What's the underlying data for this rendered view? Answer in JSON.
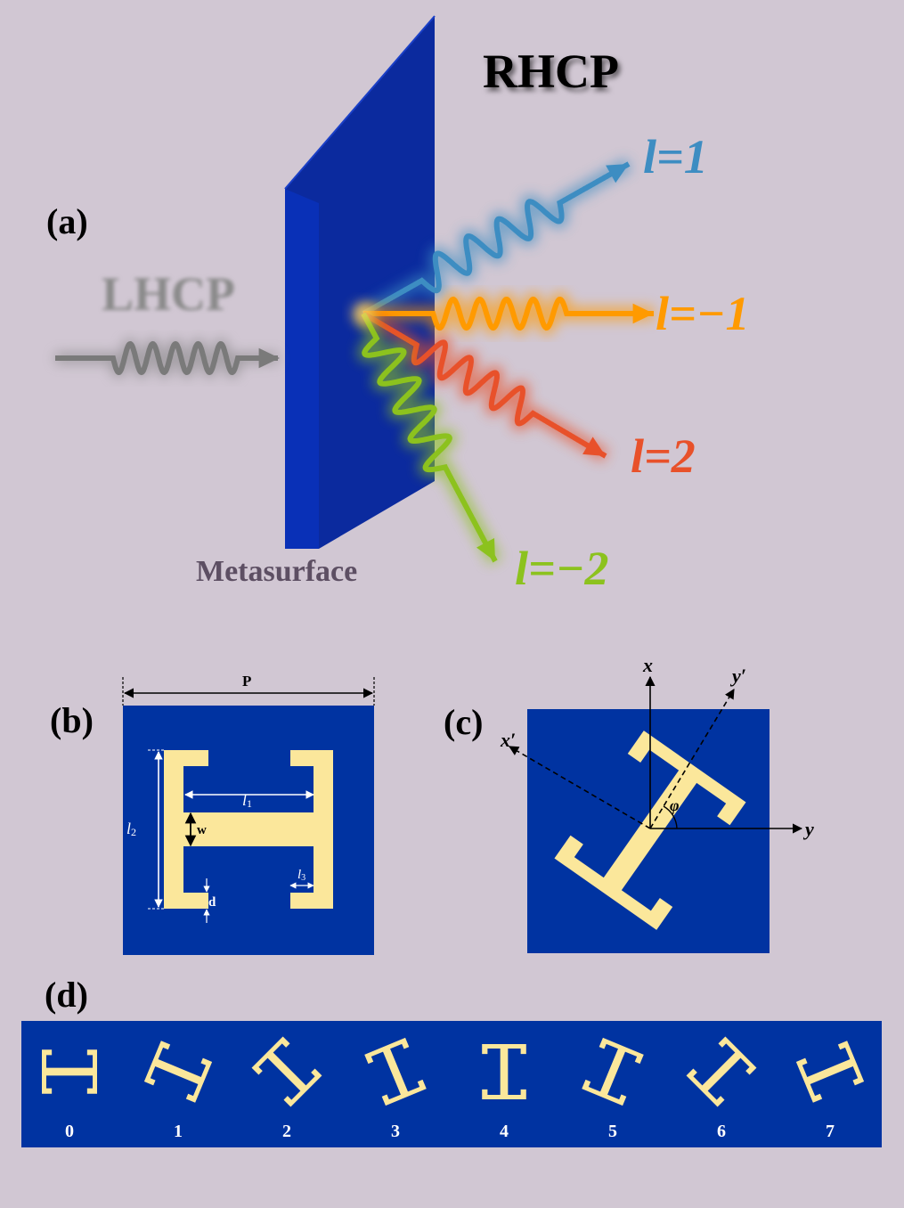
{
  "panel_a": {
    "label": "(a)",
    "incident_label": "LHCP",
    "output_label": "RHCP",
    "surface_label": "Metasurface",
    "beams": [
      {
        "l": "1",
        "color": "#3d8dc2"
      },
      {
        "l": "−1",
        "color": "#ff9a00"
      },
      {
        "l": "2",
        "color": "#e8512a"
      },
      {
        "l": "−2",
        "color": "#8cc21e"
      }
    ],
    "beam_prefix": "l=",
    "incident_color": "#7a7a7a",
    "surface_color": "#0a2fb0"
  },
  "panel_b": {
    "label": "(b)",
    "dims": {
      "P": "P",
      "l1": "1",
      "l2": "2",
      "l3": "3",
      "l_letter": "l",
      "w": "w",
      "d": "d"
    }
  },
  "panel_c": {
    "label": "(c)",
    "axes": {
      "x": "x",
      "y": "y",
      "x_prime": "x′",
      "y_prime": "y′",
      "phi": "φ"
    },
    "rotation_deg": 35
  },
  "panel_d": {
    "label": "(d)",
    "elements": [
      {
        "index": "0",
        "angle": 0
      },
      {
        "index": "1",
        "angle": 22.5
      },
      {
        "index": "2",
        "angle": 45
      },
      {
        "index": "3",
        "angle": 67.5
      },
      {
        "index": "4",
        "angle": 90
      },
      {
        "index": "5",
        "angle": 112.5
      },
      {
        "index": "6",
        "angle": 135
      },
      {
        "index": "7",
        "angle": 157.5
      }
    ]
  },
  "colors": {
    "substrate": "#0033a1",
    "metal": "#fbe79b",
    "background": "#d1c7d3"
  }
}
